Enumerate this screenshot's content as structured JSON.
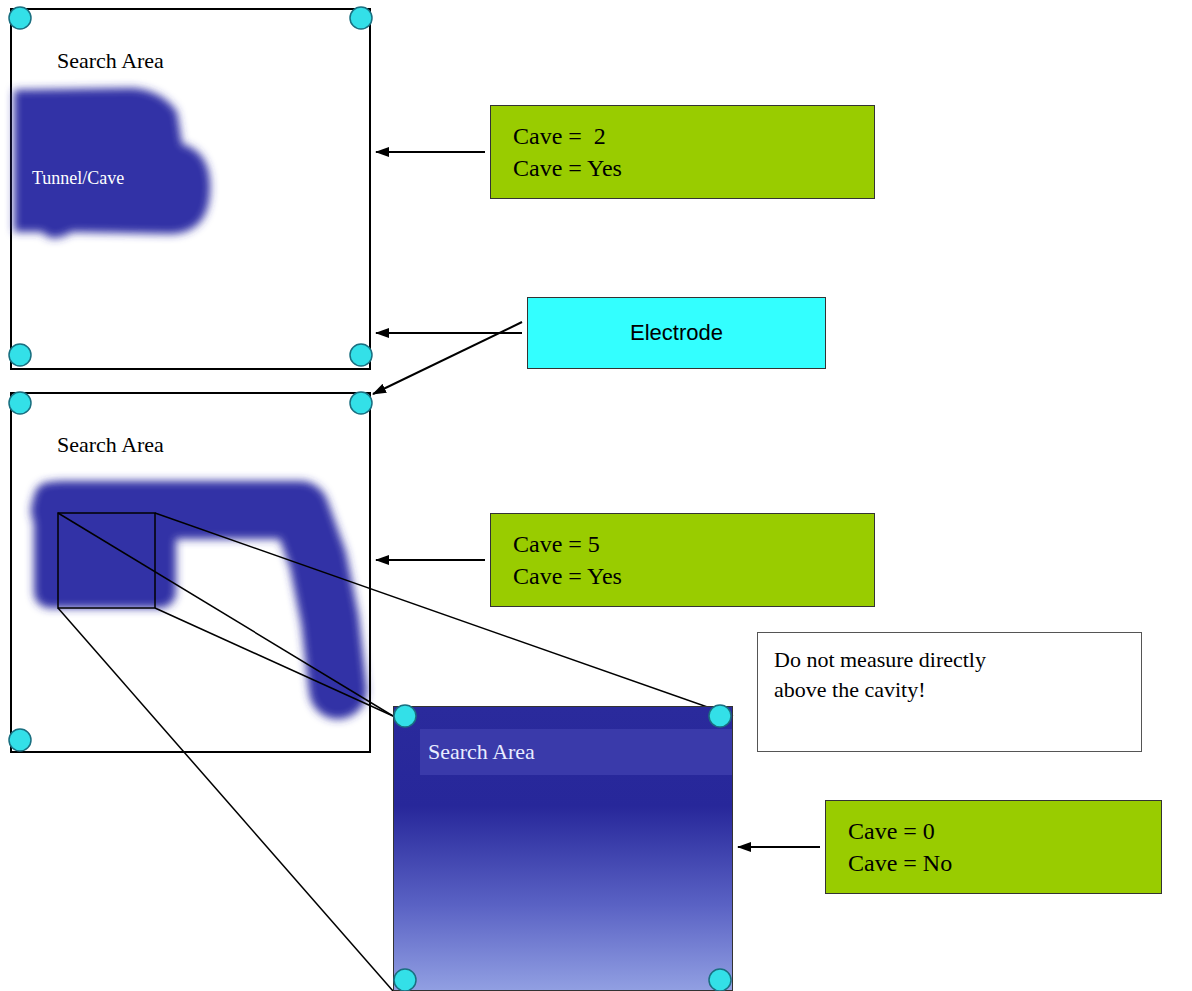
{
  "diagram": {
    "nodes": [
      {
        "text": [
          "Search Area"
        ]
      },
      {
        "text": [
          "Tunnel/Cave"
        ],
        "in": 0
      },
      {
        "text": [
          "Cave =  2",
          "Cave = Yes"
        ]
      },
      {
        "text": [
          "Electrode"
        ]
      },
      {
        "text": [
          "Search Area"
        ]
      },
      {
        "text": [
          "Cave = 5",
          "Cave = Yes"
        ]
      },
      {
        "text": [
          "Do not measure directly above the cavity!"
        ]
      },
      {
        "text": [
          "Search Area"
        ]
      },
      {
        "text": [
          "Cave = 0",
          "Cave = No"
        ]
      }
    ],
    "edges": [
      {
        "from": 2,
        "to": 0,
        "arrow": "to"
      },
      {
        "from": 3,
        "to": 0,
        "arrow": "to"
      },
      {
        "from": 3,
        "to": 4,
        "arrow": "to"
      },
      {
        "from": 5,
        "to": 4,
        "arrow": "to"
      },
      {
        "from": 8,
        "to": 7,
        "arrow": "to"
      }
    ]
  }
}
